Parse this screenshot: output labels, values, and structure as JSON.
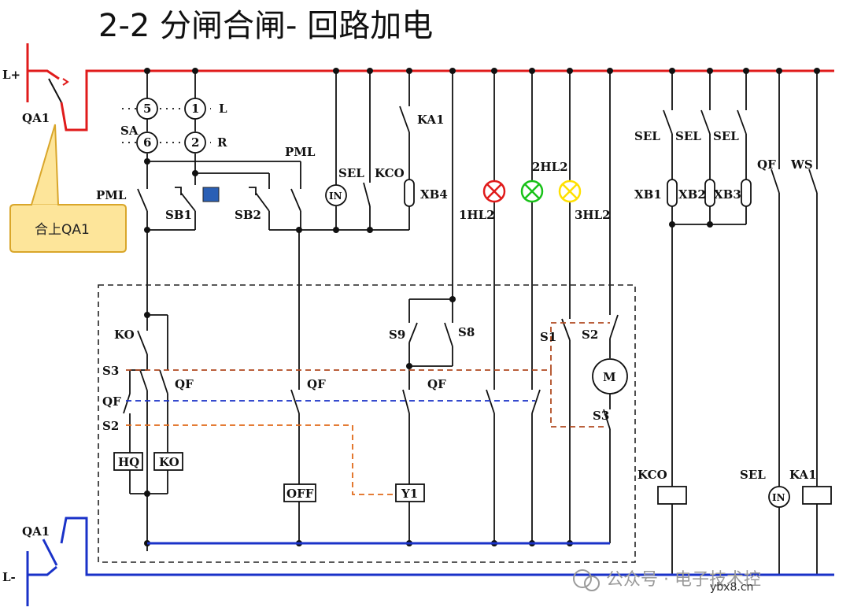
{
  "title": "2-2    分闸合闸- 回路加电",
  "callout_text": "合上QA1",
  "watermark": {
    "channel": "公众号 · 电子技术控",
    "site": "ybx8.cn"
  },
  "labels": {
    "l_plus": "L+",
    "l_minus": "L-",
    "qa1_top": "QA1",
    "qa1_bottom": "QA1",
    "sa": "SA",
    "l": "L",
    "r": "R",
    "n5": "5",
    "n1": "1",
    "n6": "6",
    "n2": "2",
    "pml_left": "PML",
    "pml_top": "PML",
    "sb1": "SB1",
    "sb2": "SB2",
    "in_top": "IN",
    "sel_top": "SEL",
    "kco_top": "KCO",
    "ka1_top": "KA1",
    "xb4": "XB4",
    "hl1": "1HL2",
    "hl2": "2HL2",
    "hl3": "3HL2",
    "sel_r1": "SEL",
    "sel_r2": "SEL",
    "sel_r3": "SEL",
    "xb1": "XB1",
    "xb2": "XB2",
    "xb3": "XB3",
    "qf_r": "QF",
    "ws": "WS",
    "ko_contact": "KO",
    "s3_left": "S3",
    "qf_left": "QF",
    "s2_left": "S2",
    "qf_mid1": "QF",
    "qf_mid2": "QF",
    "qf_mid3": "QF",
    "s9": "S9",
    "s8": "S8",
    "s1": "S1",
    "s2_right": "S2",
    "m": "M",
    "s3_right": "S3",
    "hq": "HQ",
    "ko_coil": "KO",
    "off": "OFF",
    "y1": "Y1",
    "kco_coil": "KCO",
    "sel_bottom": "SEL",
    "in_bottom": "IN",
    "ka1_coil": "KA1"
  },
  "colors": {
    "positive_bus": "#e01b1b",
    "negative_bus": "#1a32c8",
    "wire": "#111111",
    "lamp_red": "#e01b1b",
    "lamp_green": "#19c219",
    "lamp_yellow": "#ffe000",
    "dash_orange": "#e06a1a",
    "dash_blue": "#1a32c8",
    "dash_brown": "#b04a20",
    "callout_fill": "#fde59a",
    "callout_stroke": "#d9a62a",
    "button_blue": "#2a5fb5"
  }
}
